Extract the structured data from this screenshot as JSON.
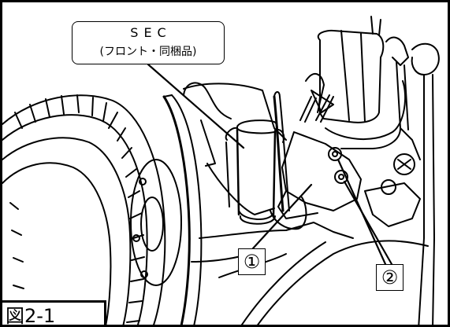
{
  "figure": {
    "label": "図2-1"
  },
  "callouts": {
    "sec_title": "SEC",
    "sec_subtitle": "(フロント・同梱品)",
    "marker_1": "①",
    "marker_2": "②"
  },
  "colors": {
    "line": "#000000",
    "background": "#ffffff"
  }
}
